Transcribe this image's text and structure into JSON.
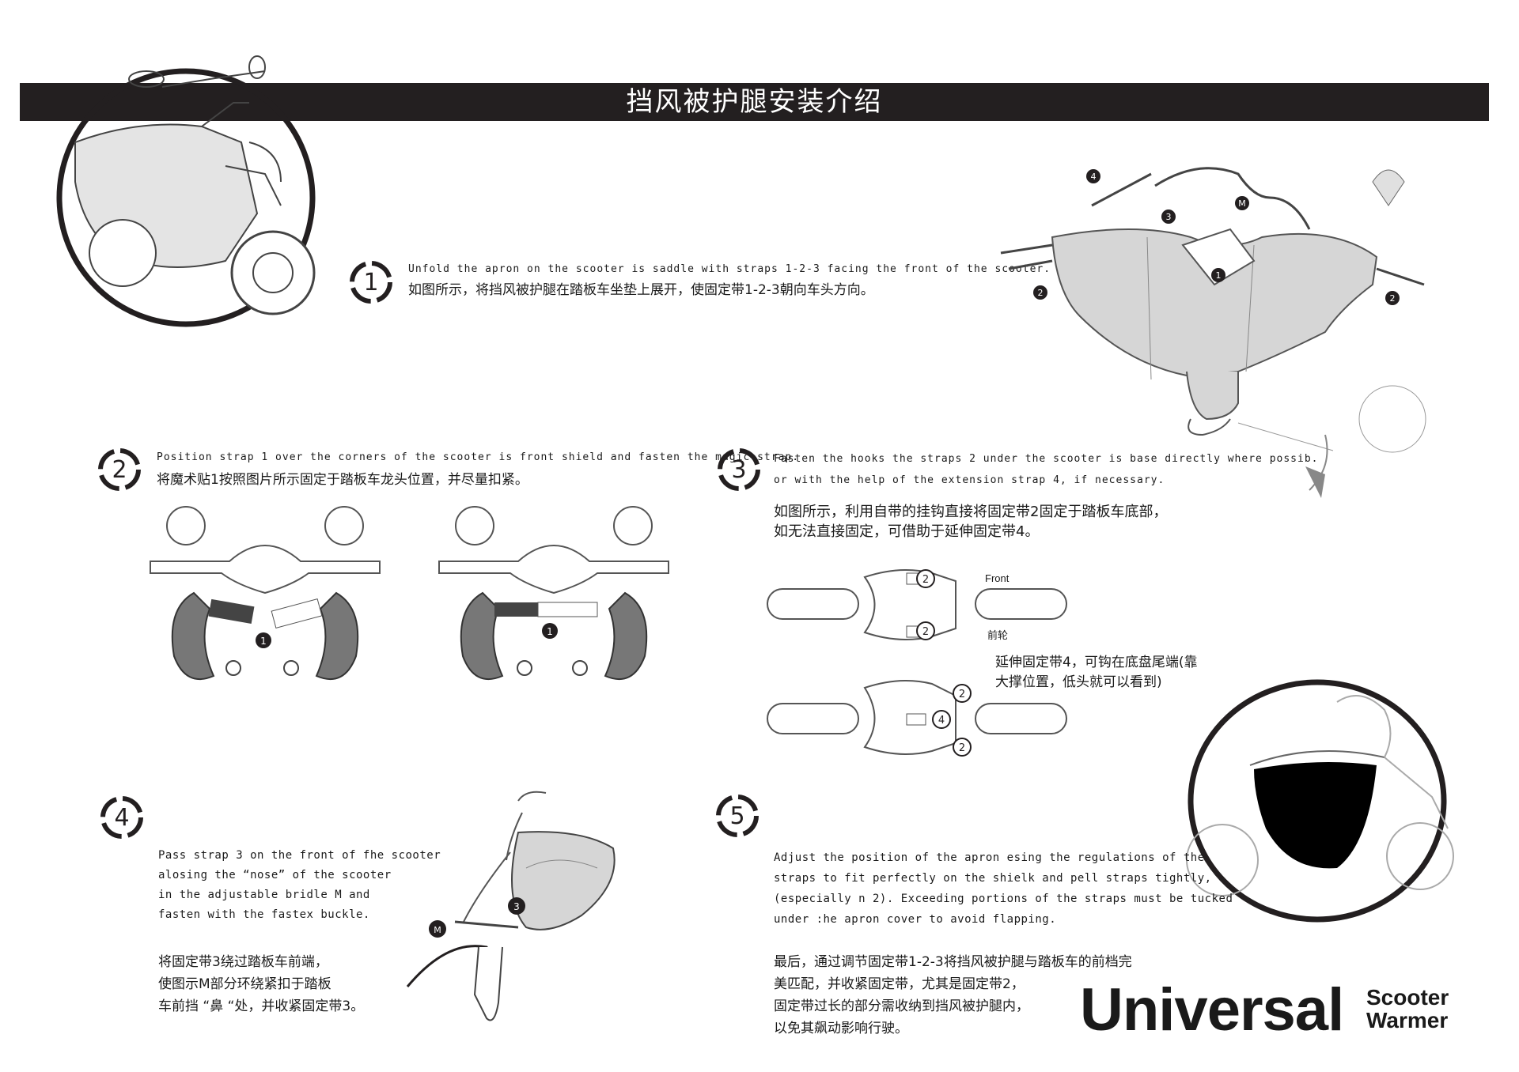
{
  "header": {
    "title": "挡风被护腿安装介绍"
  },
  "steps": [
    {
      "number": "1",
      "en": [
        "Unfold the apron on the scooter is saddle with straps 1-2-3 facing the front of the scooter."
      ],
      "zh": [
        "如图所示，将挡风被护腿在踏板车坐垫上展开，使固定带1-2-3朝向车头方向。"
      ]
    },
    {
      "number": "2",
      "en": [
        "Position strap 1 over the corners of the scooter is front shield and fasten the magic strap."
      ],
      "zh": [
        "将魔术贴1按照图片所示固定于踏板车龙头位置，并尽量扣紧。"
      ]
    },
    {
      "number": "3",
      "en": [
        "Fasten the hooks the straps 2 under the scooter is base directly where possib.",
        "or with the help of the extension strap 4, if necessary."
      ],
      "zh": [
        "如图所示，利用自带的挂钩直接将固定带2固定于踏板车底部，",
        "如无法直接固定，可借助于延伸固定带4。"
      ]
    },
    {
      "number": "4",
      "en": [
        "Pass strap 3 on the front of fhe scooter",
        "alosing the  “nose”  of the scooter",
        "in the adjustable bridle M and",
        "fasten with the fastex buckle."
      ],
      "zh": [
        "将固定带3绕过踏板车前端，",
        "使图示M部分环绕紧扣于踏板",
        "车前挡 “鼻 “处，并收紧固定带3。"
      ]
    },
    {
      "number": "5",
      "en": [
        "Adjust the position of the apron esing the regulations of the",
        "straps to fit perfectly on the shielk and pell straps tightly,",
        " (especially n 2). Exceeding portions of the straps must be tucked",
        "under :he apron cover to avoid flapping."
      ],
      "zh": [
        "最后，通过调节固定带1-2-3将挡风被护腿与踏板车的前档完",
        "美匹配，并收紧固定带，尤其是固定带2，",
        "固定带过长的部分需收纳到挡风被护腿内，",
        "以免其飙动影响行驶。"
      ]
    }
  ],
  "diagram_labels": {
    "front": "Front",
    "front_wheel": "前轮",
    "extension_note": [
      "延伸固定带4，可钩在底盘尾端(靠",
      "大撑位置，低头就可以看到)"
    ],
    "markers": {
      "strap1": "1",
      "strap2": "2",
      "strap3": "3",
      "strap4": "4",
      "bridle": "M"
    }
  },
  "brand": {
    "main": "Universal",
    "sub1": "Scooter",
    "sub2": "Warmer"
  },
  "colors": {
    "title_bar": "#231f20",
    "apron_fill": "#d6d6d6",
    "dark": "#231f20"
  }
}
